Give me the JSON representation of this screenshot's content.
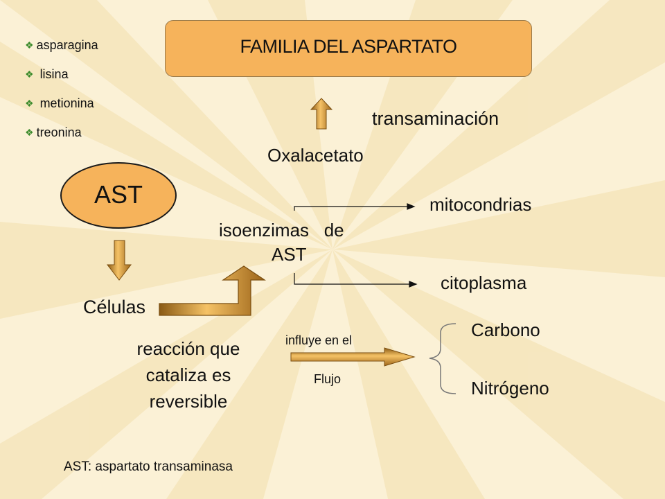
{
  "bullets": [
    "asparagina",
    "lisina",
    "metionina",
    "treonina"
  ],
  "title": "FAMILIA DEL ASPARTATO",
  "transamination": "transaminación",
  "oxalacetate": "Oxalacetato",
  "ast": "AST",
  "isoenzymes_line1": "isoenzimas   de",
  "isoenzymes_line2": "AST",
  "mitochondria": "mitocondrias",
  "cytoplasm": "citoplasma",
  "cells": "Células",
  "reaction_lines": [
    "reacción que",
    "cataliza es",
    "reversible"
  ],
  "influences": "influye en el",
  "flow": "Flujo",
  "carbon": "Carbono",
  "nitrogen": "Nitrógeno",
  "footnote": "AST: aspartato transaminasa",
  "colors": {
    "background": "#fbf1d6",
    "accent": "#f6b35b",
    "bullet_mark": "#3a8a2a"
  }
}
